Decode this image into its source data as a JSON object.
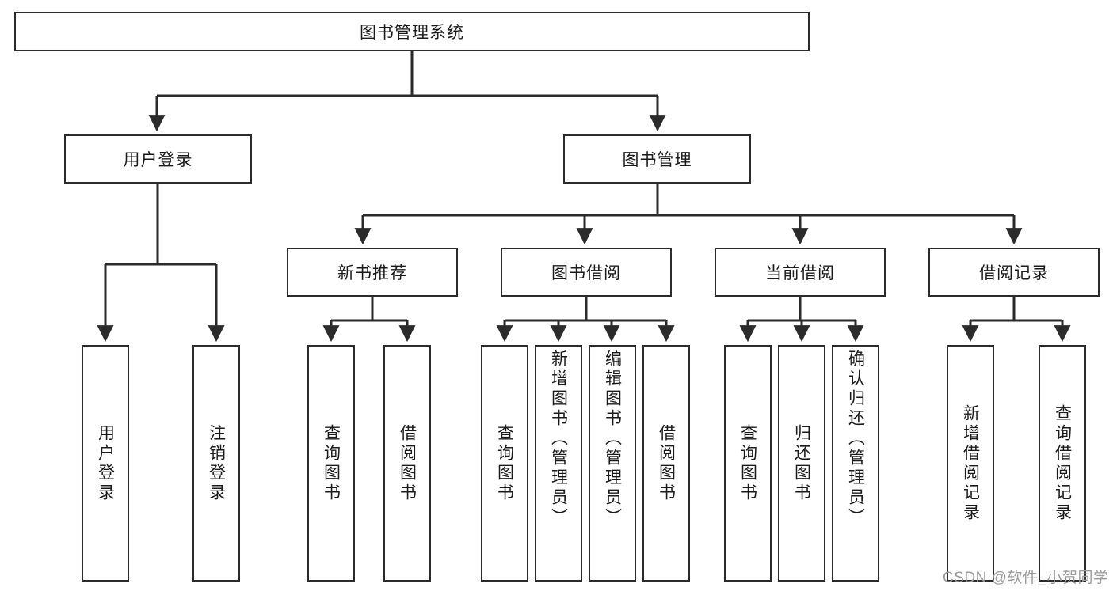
{
  "diagram": {
    "title": "图书管理系统",
    "type": "tree-hierarchy-diagram",
    "colors": {
      "stroke": "#2b2b2b",
      "fill": "#ffffff",
      "text": "#1a1a1a",
      "watermark": "#9b9b9b"
    },
    "root": {
      "label": "图书管理系统"
    },
    "level2": [
      {
        "label": "用户登录"
      },
      {
        "label": "图书管理"
      }
    ],
    "level3": [
      {
        "label": "新书推荐"
      },
      {
        "label": "图书借阅"
      },
      {
        "label": "当前借阅"
      },
      {
        "label": "借阅记录"
      }
    ],
    "leaves": {
      "user_login": [
        {
          "label": "用户登录"
        },
        {
          "label": "注销登录"
        }
      ],
      "new_book_recommend": [
        {
          "label": "查询图书"
        },
        {
          "label": "借阅图书"
        }
      ],
      "book_borrow": [
        {
          "label": "查询图书"
        },
        {
          "label": "新增图书（管理员）"
        },
        {
          "label": "编辑图书（管理员）"
        },
        {
          "label": "借阅图书"
        }
      ],
      "current_borrow": [
        {
          "label": "查询图书"
        },
        {
          "label": "归还图书"
        },
        {
          "label": "确认归还（管理员）"
        }
      ],
      "borrow_record": [
        {
          "label": "新增借阅记录"
        },
        {
          "label": "查询借阅记录"
        }
      ]
    }
  },
  "watermark": {
    "text": "CSDN @软件_小贺同学"
  }
}
